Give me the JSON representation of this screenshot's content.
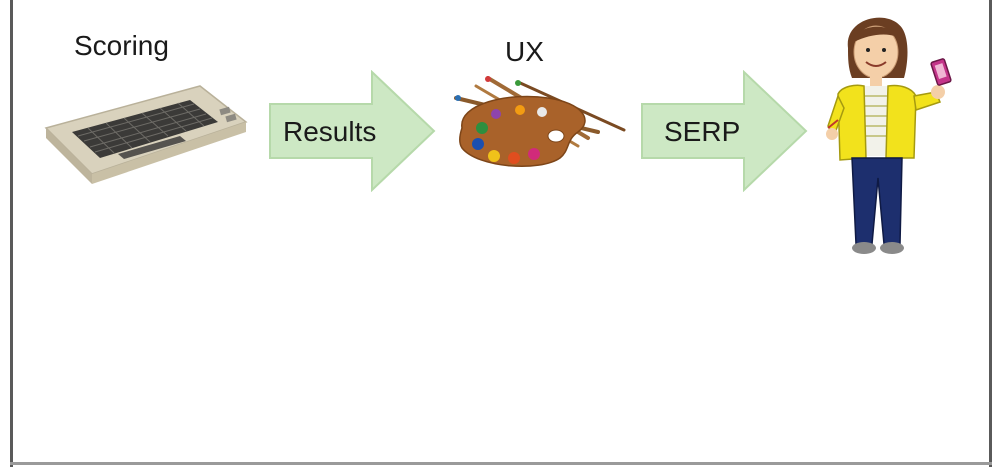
{
  "diagram": {
    "labels": {
      "scoring": "Scoring",
      "ux": "UX"
    },
    "arrows": [
      {
        "label": "Results"
      },
      {
        "label": "SERP"
      }
    ],
    "colors": {
      "arrow_fill": "#cde8c4",
      "arrow_stroke": "#b6d9aa",
      "text": "#1a1a1a",
      "frame": "#5a5a5a"
    },
    "icons": [
      "computer-icon",
      "paint-palette-icon",
      "person-with-phone-icon"
    ]
  }
}
